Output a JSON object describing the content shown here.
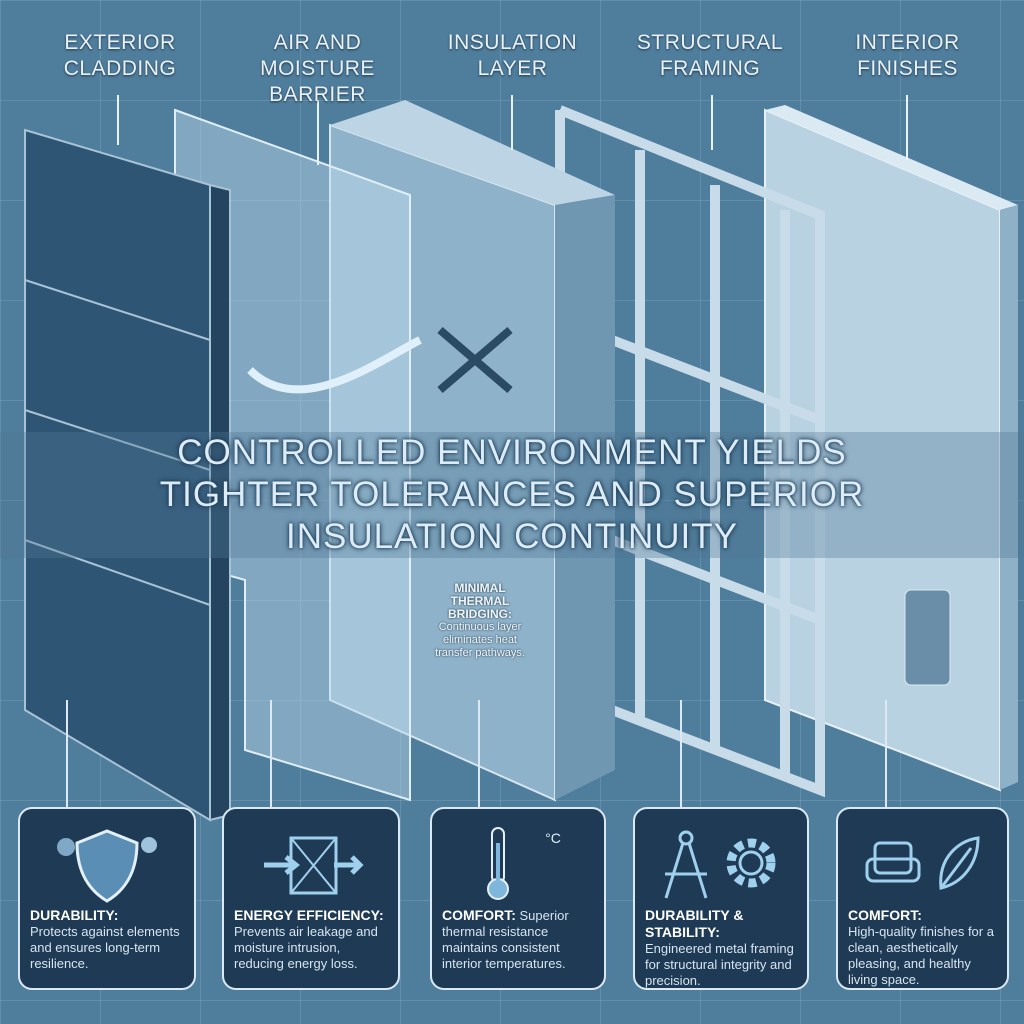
{
  "layers": [
    {
      "label": "EXTERIOR CLADDING"
    },
    {
      "label": "AIR AND MOISTURE BARRIER"
    },
    {
      "label": "INSULATION LAYER"
    },
    {
      "label": "STRUCTURAL FRAMING"
    },
    {
      "label": "INTERIOR FINISHES"
    }
  ],
  "title_lines": [
    "CONTROLLED ENVIRONMENT YIELDS",
    "TIGHTER TOLERANCES AND SUPERIOR",
    "INSULATION CONTINUITY"
  ],
  "callout": {
    "heading": "MINIMAL THERMAL BRIDGING:",
    "text": "Continuous layer eliminates heat transfer pathways."
  },
  "thermostat_unit": "°C",
  "cards": [
    {
      "heading": "DURABILITY:",
      "text": "Protects against elements and ensures long-term resilience.",
      "icons": [
        "rain-cloud-icon",
        "shield-icon",
        "sun-icon"
      ]
    },
    {
      "heading": "ENERGY EFFICIENCY:",
      "text": "Prevents air leakage and moisture intrusion, reducing energy loss.",
      "icons": [
        "blocked-airflow-icon"
      ]
    },
    {
      "heading": "COMFORT:",
      "text": "Superior thermal resistance maintains consistent interior temperatures.",
      "icons": [
        "thermometer-icon"
      ]
    },
    {
      "heading": "DURABILITY & STABILITY:",
      "text": "Engineered metal framing for structural integrity and precision.",
      "icons": [
        "compass-icon",
        "gear-icon"
      ]
    },
    {
      "heading": "COMFORT:",
      "text": "High-quality finishes for a clean, aesthetically pleasing, and healthy living space.",
      "icons": [
        "armchair-icon",
        "leaf-icon"
      ]
    }
  ],
  "colors": {
    "background": "#4f7d9c",
    "card": "#1f3a55",
    "accent": "#9fd0ee"
  }
}
